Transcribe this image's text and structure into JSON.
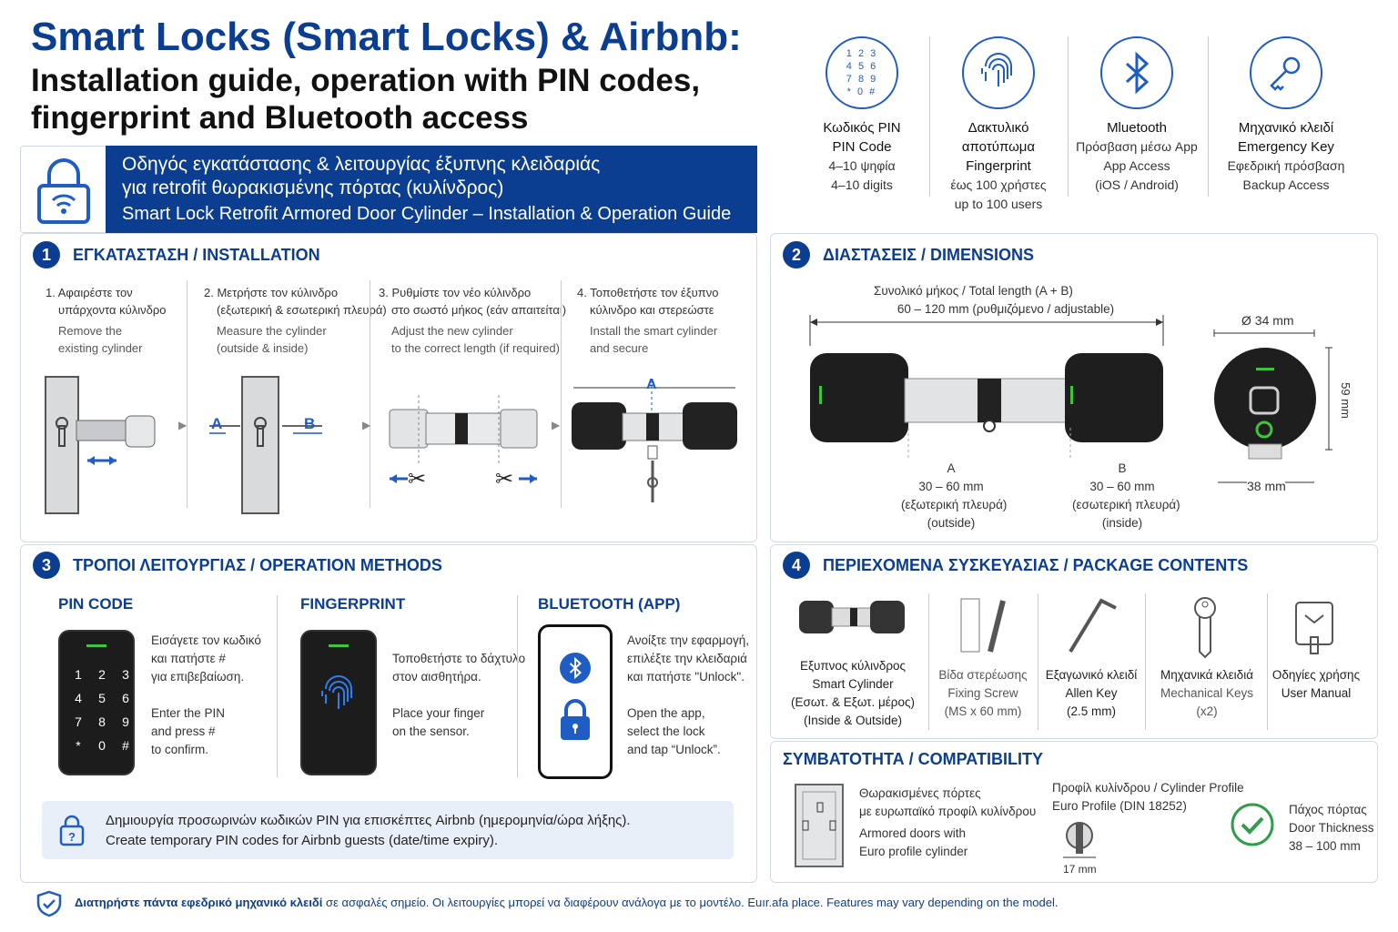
{
  "header": {
    "title_line1": "Smart Locks (Smart Locks) & Airbnb:",
    "title_line2": "Installation guide, operation with PIN codes,",
    "title_line3": "fingerprint and Bluetooth access"
  },
  "banner": {
    "line1": "Οδηγός εγκατάστασης & λειτουργίας έξυπνης κλειδαριάς",
    "line2": "για retrofit θωρακισμένης πόρτας (κυλίνδρος)",
    "line3": "Smart Lock Retrofit Armored Door Cylinder – Installation & Operation Guide"
  },
  "features": [
    {
      "title_gr": "Κωδικός PIN",
      "title_en": "PIN Code",
      "sub_gr": "4–10 ψηφία",
      "sub_en": "4–10 digits",
      "keypad": "1 2 3 4 5 6 7 8 9 * 0 #"
    },
    {
      "title_gr": "Δακτυλικό αποτύπωμα",
      "title_en": "Fingerprint",
      "sub_gr": "έως 100 χρήστες",
      "sub_en": "up to 100 users"
    },
    {
      "title_gr": "Mluetooth",
      "title_en": "Πρόσβαση μέσω App",
      "sub_gr": "App Access",
      "sub_en": "(iOS / Android)"
    },
    {
      "title_gr": "Μηχανικό κλειδί",
      "title_en": "Emergency Key",
      "sub_gr": "Εφεδρική πρόσβαση",
      "sub_en": "Backup Access"
    }
  ],
  "install": {
    "heading_num": "1",
    "heading": "ΕΓΚΑΤΑΣΤΑΣΗ / INSTALLATION",
    "steps": [
      {
        "gr1": "1. Αφαιρέστε τον",
        "gr2": "υπάρχοντα κύλινδρο",
        "en1": "Remove the",
        "en2": "existing cylinder"
      },
      {
        "gr1": "2. Μετρήστε τον κύλινδρο",
        "gr2": "(εξωτερική & εσωτερική πλευρά)",
        "en1": "Measure the cylinder",
        "en2": "(outside & inside)"
      },
      {
        "gr1": "3. Ρυθμίστε τον νέο κύλινδρο",
        "gr2": "στο σωστό μήκος (εάν απαιτείται)",
        "en1": "Adjust the new cylinder",
        "en2": "to the correct length (if required)"
      },
      {
        "gr1": "4. Τοποθετήστε τον έξυπνο",
        "gr2": "κύλινδρο και στερεώστε",
        "en1": "Install the smart cylinder",
        "en2": "and secure"
      }
    ],
    "label_a": "A",
    "label_b": "B"
  },
  "dimensions": {
    "heading_num": "2",
    "heading": "ΔΙΑΣΤΑΣΕΙΣ / DIMENSIONS",
    "total_gr": "Συνολικό μήκος / Total length (A + B)",
    "total_val": "60 – 120 mm (ρυθμιζόμενο / adjustable)",
    "a_label": "A",
    "a_val": "30 – 60 mm",
    "a_gr": "(εξωτερική πλευρά)",
    "a_en": "(outside)",
    "b_label": "B",
    "b_val": "30 – 60 mm",
    "b_gr": "(εσωτερική πλευρά)",
    "b_en": "(inside)",
    "diameter": "Ø 34 mm",
    "height": "59 mm",
    "depth": "38 mm"
  },
  "operation": {
    "heading_num": "3",
    "heading": "ΤΡΟΠΟΙ ΛΕΙΤΟΥΡΓΙΑΣ / OPERATION METHODS",
    "pin": {
      "title": "PIN CODE",
      "gr1": "Εισάγετε τον κωδικό",
      "gr2": "και πατήστε #",
      "gr3": "για επιβεβαίωση.",
      "en1": "Enter the PIN",
      "en2": "and press #",
      "en3": "to confirm.",
      "keys": [
        "1",
        "2",
        "3",
        "4",
        "5",
        "6",
        "7",
        "8",
        "9",
        "*",
        "0",
        "#"
      ]
    },
    "fingerprint": {
      "title": "FINGERPRINT",
      "gr1": "Τοποθετήστε το δάχτυλο",
      "gr2": "στον αισθητήρα.",
      "en1": "Place your finger",
      "en2": "on the sensor."
    },
    "bluetooth": {
      "title": "BLUETOOTH (APP)",
      "gr1": "Ανοίξτε την εφαρμογή,",
      "gr2": "επιλέξτε την κλειδαριά",
      "gr3": "και πατήστε \"Unlock\".",
      "en1": "Open the app,",
      "en2": "select the lock",
      "en3": "and tap “Unlock”."
    },
    "info_gr": "Δημιουργία προσωρινών κωδικών PIN για επισκέπτες Airbnb (ημερομηνία/ώρα λήξης).",
    "info_en": "Create temporary PIN codes for Airbnb guests (date/time expiry)."
  },
  "package": {
    "heading_num": "4",
    "heading": "ΠΕΡΙΕΧΟΜΕΝΑ ΣΥΣΚΕΥΑΣΙΑΣ / PACKAGE CONTENTS",
    "items": [
      {
        "l1": "Εξυπνος κύλινδρος",
        "l2": "Smart Cylinder",
        "l3": "(Εσωτ. & Εξωτ. μέρος)",
        "l4": "(Inside & Outside)"
      },
      {
        "l1": "Βίδα στερέωσης",
        "l2": "Fixing Screw",
        "l3": "(MS x 60 mm)"
      },
      {
        "l1": "Εξαγωνικό κλειδί",
        "l2": "Allen Key",
        "l3": "(2.5 mm)"
      },
      {
        "l1": "Μηχανικά κλειδιά",
        "l2": "Mechanical Keys",
        "l3": "(x2)"
      },
      {
        "l1": "Οδηγίες χρήσης",
        "l2": "User Manual"
      }
    ]
  },
  "compat": {
    "heading": "ΣΥΜΒΑΤΟΤΗΤΑ / COMPATIBILITY",
    "doors_gr1": "Θωρακισμένες πόρτες",
    "doors_gr2": "με ευρωπαϊκό προφίλ κυλίνδρου",
    "doors_en1": "Armored doors with",
    "doors_en2": "Euro profile cylinder",
    "profile1": "Προφίλ κυλίνδρου / Cylinder Profile",
    "profile2": "Euro Profile (DIN 18252)",
    "profile_dim": "17 mm",
    "thick_gr": "Πάχος πόρτας",
    "thick_en": "Door Thickness",
    "thick_val": "38 – 100 mm"
  },
  "footer": {
    "bold": "Διατηρήστε πάντα εφεδρικό μηχανικό κλειδί",
    "rest": " σε ασφαλές σημείο. Οι λειτουργίες μπορεί να διαφέρουν ανάλογα με το μοντέλο. Euır.afa place. Features may vary depending on the model."
  }
}
